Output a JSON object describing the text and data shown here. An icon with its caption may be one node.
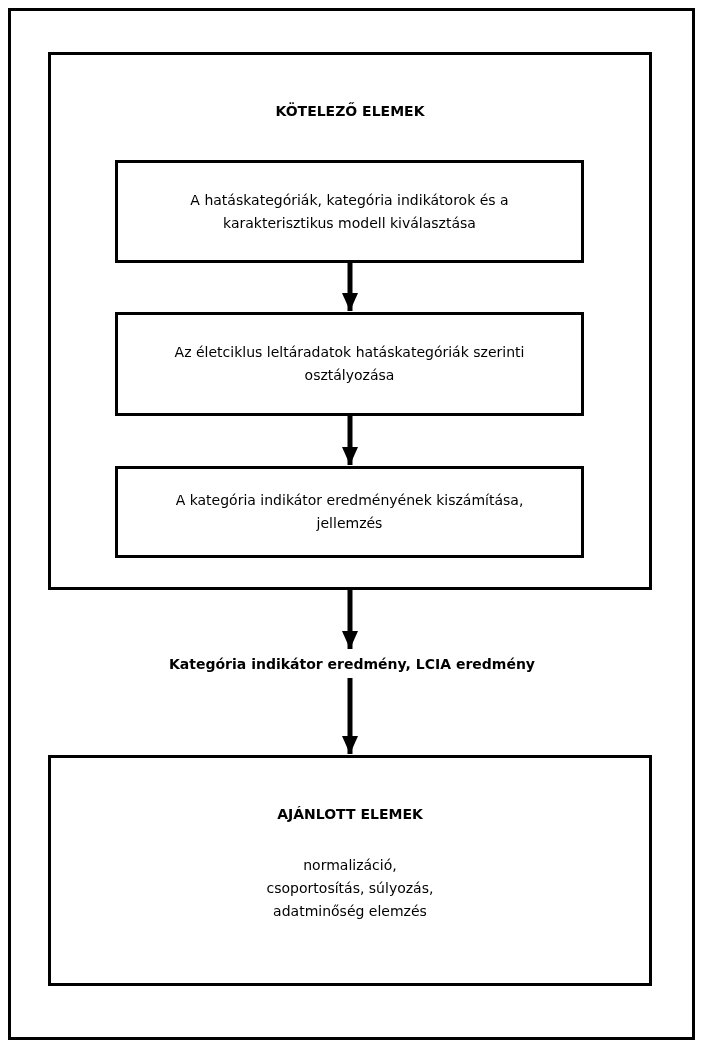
{
  "diagram": {
    "nodes": [
      {
        "text": [
          "KÖTELEZŐ ELEMEK"
        ]
      },
      {
        "text": [
          "A hatáskategóriák, kategória indikátorok és a karakterisztikus modell kiválasztása"
        ],
        "in": 0
      },
      {
        "text": [
          "Az életciklus leltáradatok hatáskategóriák szerinti osztályozása"
        ],
        "in": 0
      },
      {
        "text": [
          "A kategória indikátor eredményének kiszámítása, jellemzés"
        ],
        "in": 0
      },
      {
        "text": [
          "Kategória indikátor eredmény, LCIA eredmény"
        ]
      },
      {
        "text": [
          "AJÁNLOTT ELEMEK",
          "normalizáció, csoportosítás, súlyozás, adatminőség elemzés"
        ]
      }
    ],
    "edges": [
      {
        "from": 1,
        "to": 2,
        "arrow": "to"
      },
      {
        "from": 2,
        "to": 3,
        "arrow": "to"
      },
      {
        "from": 0,
        "to": 4,
        "arrow": "to"
      },
      {
        "from": 4,
        "to": 5,
        "arrow": "to"
      }
    ]
  }
}
